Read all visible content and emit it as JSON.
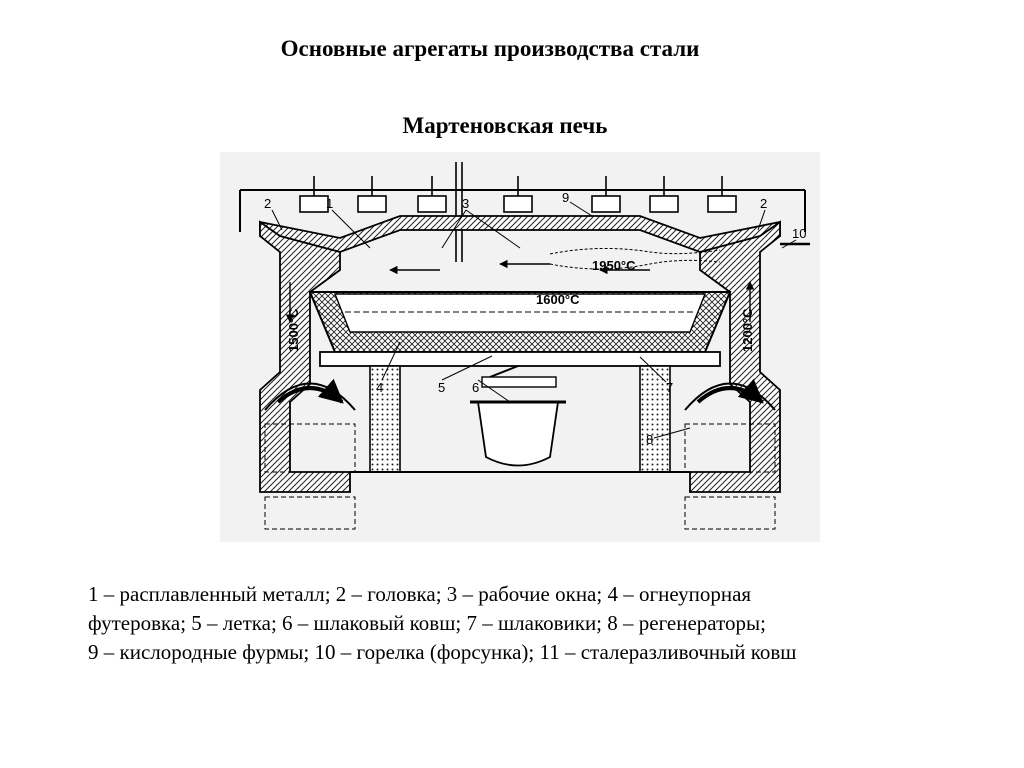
{
  "slide": {
    "title": "Основные агрегаты производства стали",
    "subtitle": "Мартеновская печь"
  },
  "diagram": {
    "callouts": [
      "1",
      "2",
      "3",
      "9",
      "2",
      "10",
      "4",
      "5",
      "6",
      "7",
      "8"
    ],
    "temperatures": {
      "flame": "1950",
      "bath": "1600",
      "left_regenerator": "1500",
      "right_regenerator": "1200",
      "unit": "°C"
    }
  },
  "caption": {
    "line1": "1 – расплавленный металл; 2 – головка; 3 – рабочие окна; 4 – огнеупорная",
    "line2": "футеровка; 5 – летка; 6 – шлаковый ковш; 7 – шлаковики; 8 – регенераторы;",
    "line3": "9 – кислородные фурмы; 10 – горелка (форсунка); 11 – сталеразливочный ковш"
  }
}
